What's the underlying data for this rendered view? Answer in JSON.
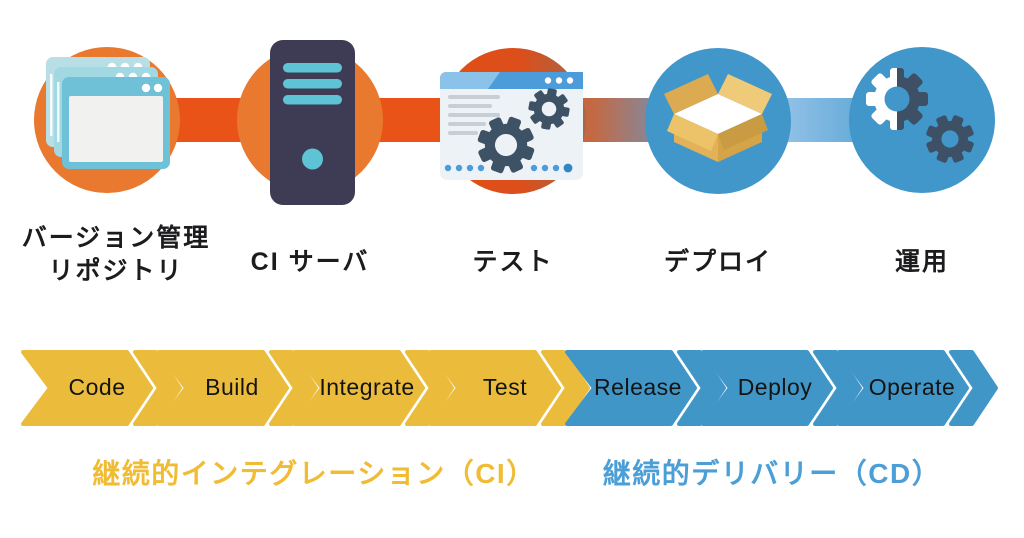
{
  "colors": {
    "background": "#FFFFFF",
    "orange_circle": "#E8792E",
    "orange_connector": "#E95317",
    "red_circle_left": "#E34E16",
    "red_circle_right_fade": "#A4684A",
    "blue_circle": "#4197CA",
    "blue_connector_light": "#8FC0E6",
    "yellow_chevron": "#EBBC3B",
    "blue_chevron": "#4196C8",
    "navy_server": "#3E3C55",
    "teal_accent": "#5EC3D5",
    "slate_gear": "#3E5266",
    "box_tan": "#E3B258",
    "step_label_color": "#1C1C1E",
    "chevron_label_color": "#141414"
  },
  "steps": [
    {
      "line1": "バージョン管理",
      "line2": "リポジトリ",
      "icon": "version-control-repository",
      "circle_color": "#E8792E"
    },
    {
      "line1": "CI サーバ",
      "line2": "",
      "icon": "ci-server",
      "circle_color": "#E8792E"
    },
    {
      "line1": "テスト",
      "line2": "",
      "icon": "test-browser-gears",
      "circle_color": "#E34E16"
    },
    {
      "line1": "デプロイ",
      "line2": "",
      "icon": "deploy-open-box",
      "circle_color": "#4197CA"
    },
    {
      "line1": "運用",
      "line2": "",
      "icon": "operations-gears",
      "circle_color": "#4197CA"
    }
  ],
  "chevron_steps": [
    {
      "label": "Code",
      "color": "#EBBC3B"
    },
    {
      "label": "Build",
      "color": "#EBBC3B"
    },
    {
      "label": "Integrate",
      "color": "#EBBC3B"
    },
    {
      "label": "Test",
      "color": "#EBBC3B"
    },
    {
      "label": "Release",
      "color": "#4196C8"
    },
    {
      "label": "Deploy",
      "color": "#4196C8"
    },
    {
      "label": "Operate",
      "color": "#4196C8"
    }
  ],
  "captions": {
    "ci": {
      "label": "継続的インテグレーション（CI）",
      "color": "#EFBC33"
    },
    "cd": {
      "label": "継続的デリバリー（CD）",
      "color": "#4B9FD6"
    }
  }
}
